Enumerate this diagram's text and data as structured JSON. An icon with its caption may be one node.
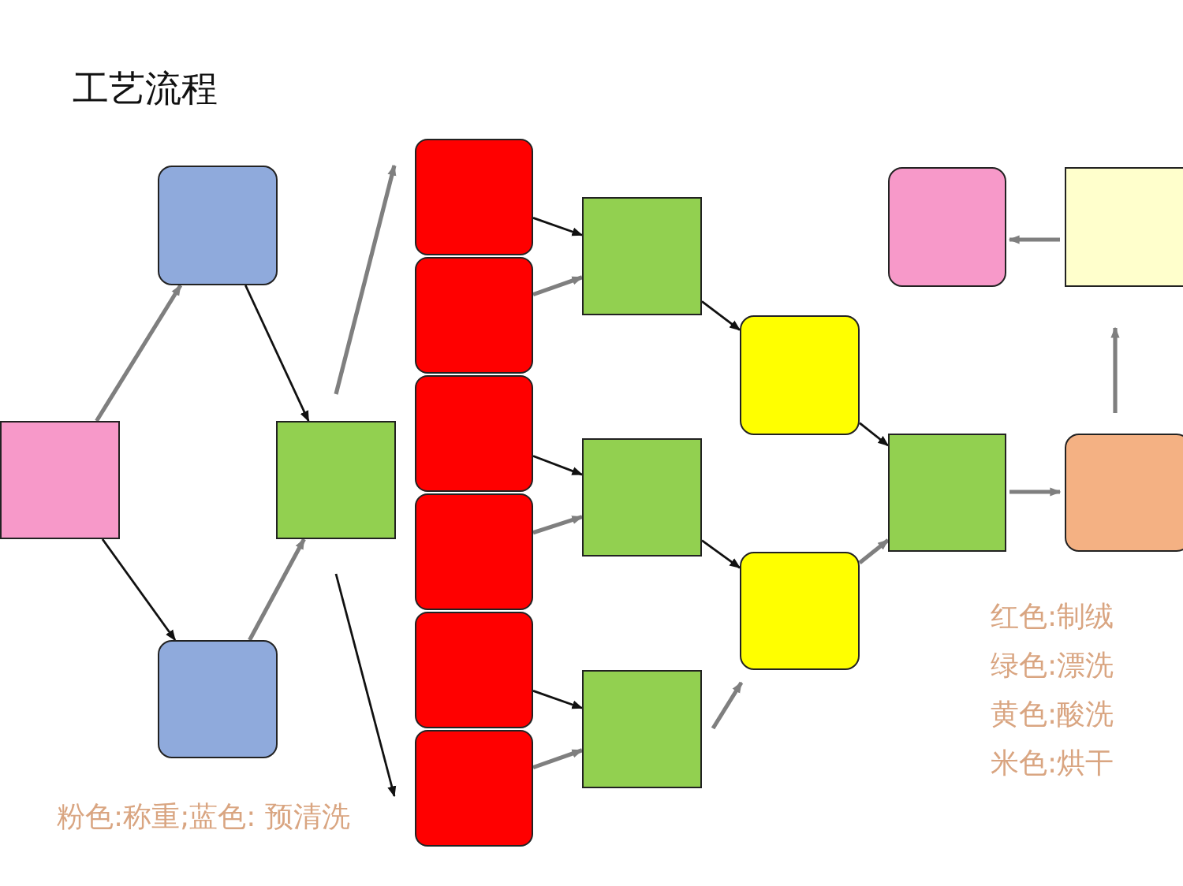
{
  "diagram": {
    "title": "工艺流程",
    "nodes": [
      {
        "text": [],
        "shape": "box"
      },
      {
        "text": [],
        "shape": "box"
      },
      {
        "text": [],
        "shape": "box"
      },
      {
        "text": [],
        "shape": "box"
      },
      {
        "text": [],
        "shape": "box"
      },
      {
        "text": [],
        "shape": "box"
      },
      {
        "text": [],
        "shape": "box"
      },
      {
        "text": [],
        "shape": "box"
      },
      {
        "text": [],
        "shape": "box"
      },
      {
        "text": [],
        "shape": "box"
      },
      {
        "text": [],
        "shape": "box"
      },
      {
        "text": [],
        "shape": "box"
      },
      {
        "text": [],
        "shape": "box"
      },
      {
        "text": [],
        "shape": "box"
      },
      {
        "text": [],
        "shape": "box"
      },
      {
        "text": [],
        "shape": "box"
      },
      {
        "text": [],
        "shape": "box"
      },
      {
        "text": [],
        "shape": "box"
      },
      {
        "text": [],
        "shape": "box"
      }
    ],
    "edges": [
      {
        "from": 0,
        "to": 1,
        "arrow": "to"
      },
      {
        "from": 0,
        "to": 2,
        "arrow": "to",
        "color": "#111111"
      },
      {
        "from": 1,
        "to": 3,
        "arrow": "to",
        "color": "#111111"
      },
      {
        "from": 2,
        "to": 3,
        "arrow": "to"
      },
      {
        "from": 3,
        "to": 4,
        "arrow": "to"
      },
      {
        "from": 3,
        "to": 9,
        "arrow": "to",
        "color": "#111111"
      },
      {
        "from": 4,
        "to": 10,
        "arrow": "to",
        "color": "#111111"
      },
      {
        "from": 5,
        "to": 10,
        "arrow": "to"
      },
      {
        "from": 6,
        "to": 11,
        "arrow": "to",
        "color": "#111111"
      },
      {
        "from": 7,
        "to": 11,
        "arrow": "to"
      },
      {
        "from": 8,
        "to": 12,
        "arrow": "to",
        "color": "#111111"
      },
      {
        "from": 9,
        "to": 12,
        "arrow": "to"
      },
      {
        "from": 10,
        "to": 13,
        "arrow": "to",
        "color": "#111111"
      },
      {
        "from": 11,
        "to": 14,
        "arrow": "to",
        "color": "#111111"
      },
      {
        "from": 12,
        "to": 14,
        "arrow": "to"
      },
      {
        "from": 13,
        "to": 15,
        "arrow": "to",
        "color": "#111111"
      },
      {
        "from": 14,
        "to": 15,
        "arrow": "to"
      },
      {
        "from": 15,
        "to": 18,
        "arrow": "to"
      },
      {
        "from": 18,
        "to": 17,
        "arrow": "to"
      },
      {
        "from": 17,
        "to": 16,
        "arrow": "to"
      }
    ],
    "labels": [
      "粉色:称重;蓝色: 预清洗",
      "红色:制绒",
      "绿色:漂洗",
      "黄色:酸洗",
      "米色:烘干"
    ]
  }
}
